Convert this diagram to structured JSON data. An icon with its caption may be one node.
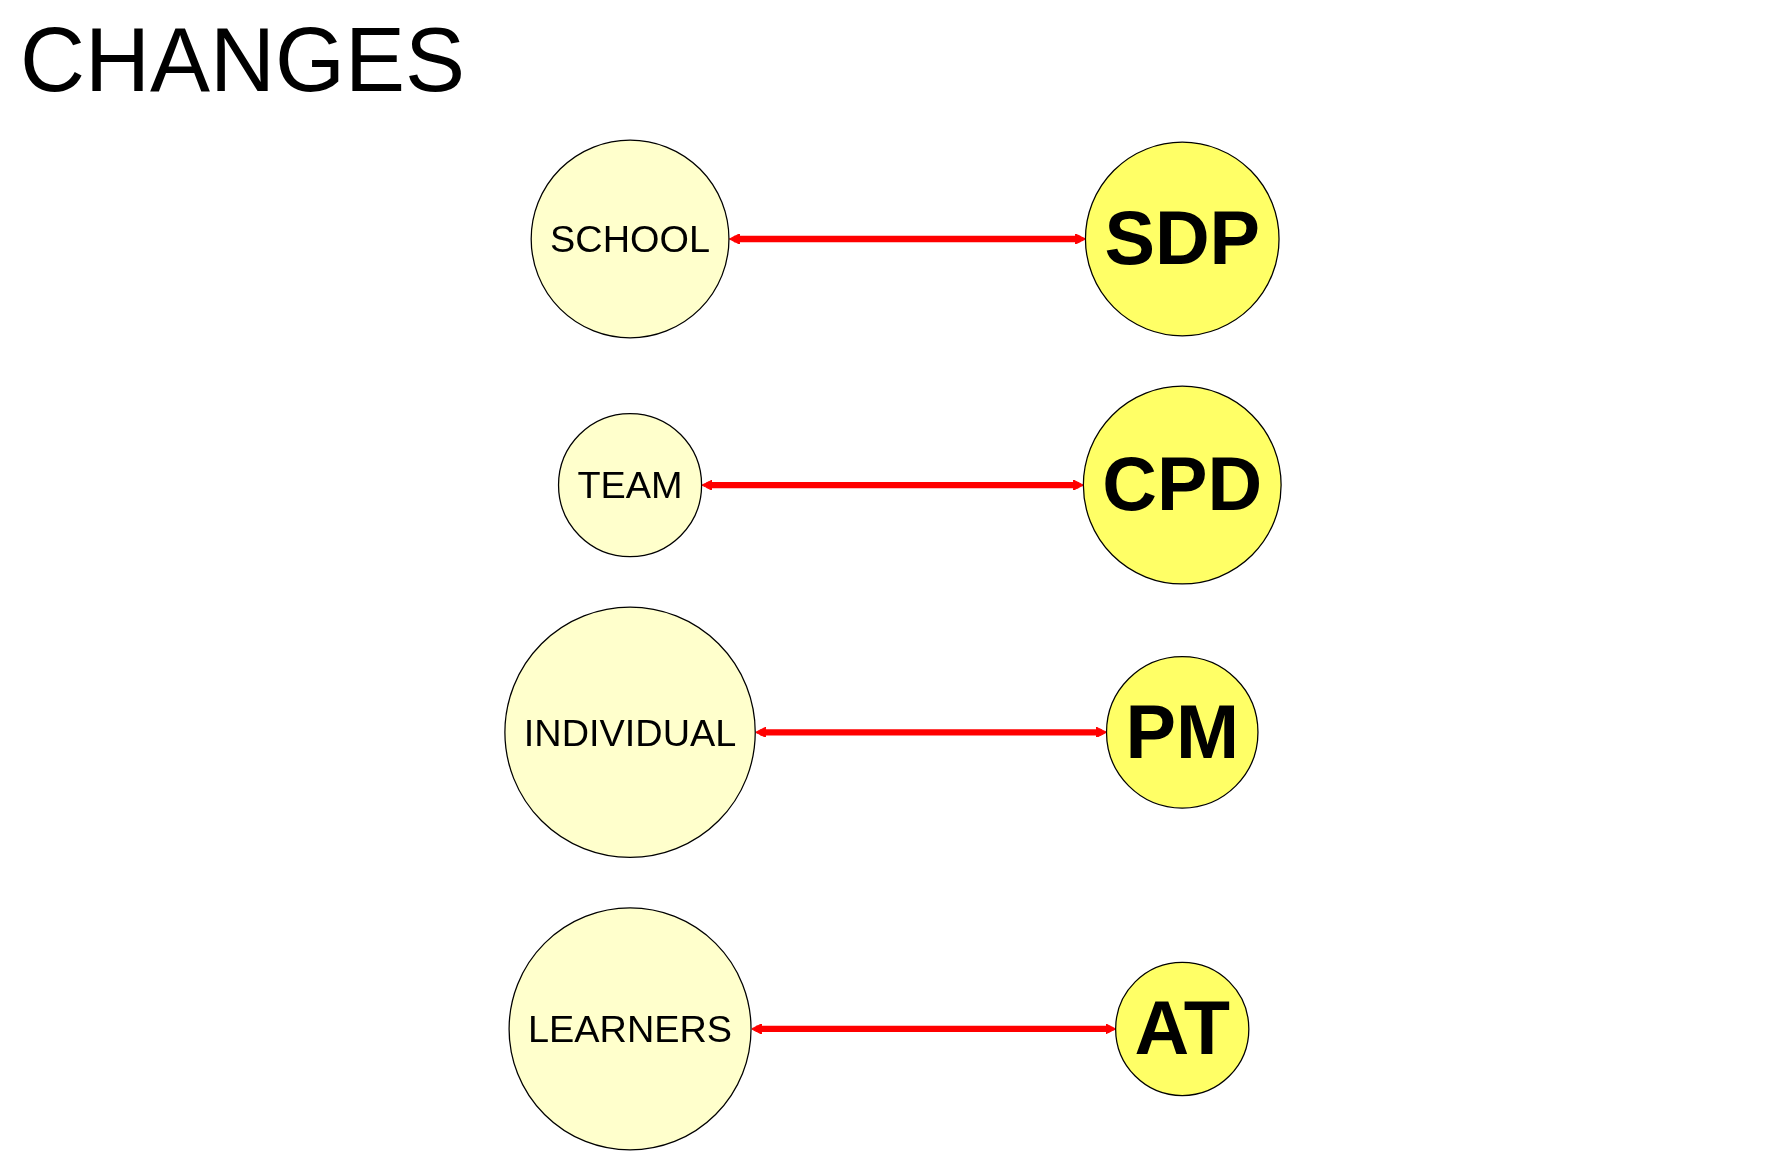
{
  "diagram": {
    "title": "CHANGES",
    "nodes": [
      {
        "text": [
          "SCHOOL"
        ]
      },
      {
        "text": [
          "TEAM"
        ]
      },
      {
        "text": [
          "INDIVIDUAL"
        ]
      },
      {
        "text": [
          "LEARNERS"
        ]
      },
      {
        "text": [
          "SDP"
        ]
      },
      {
        "text": [
          "CPD"
        ]
      },
      {
        "text": [
          "PM"
        ]
      },
      {
        "text": [
          "AT"
        ]
      }
    ],
    "edges": [
      {
        "from": 0,
        "to": 4,
        "arrow": "both"
      },
      {
        "from": 1,
        "to": 5,
        "arrow": "both"
      },
      {
        "from": 2,
        "to": 6,
        "arrow": "both"
      },
      {
        "from": 3,
        "to": 7,
        "arrow": "both"
      }
    ]
  }
}
